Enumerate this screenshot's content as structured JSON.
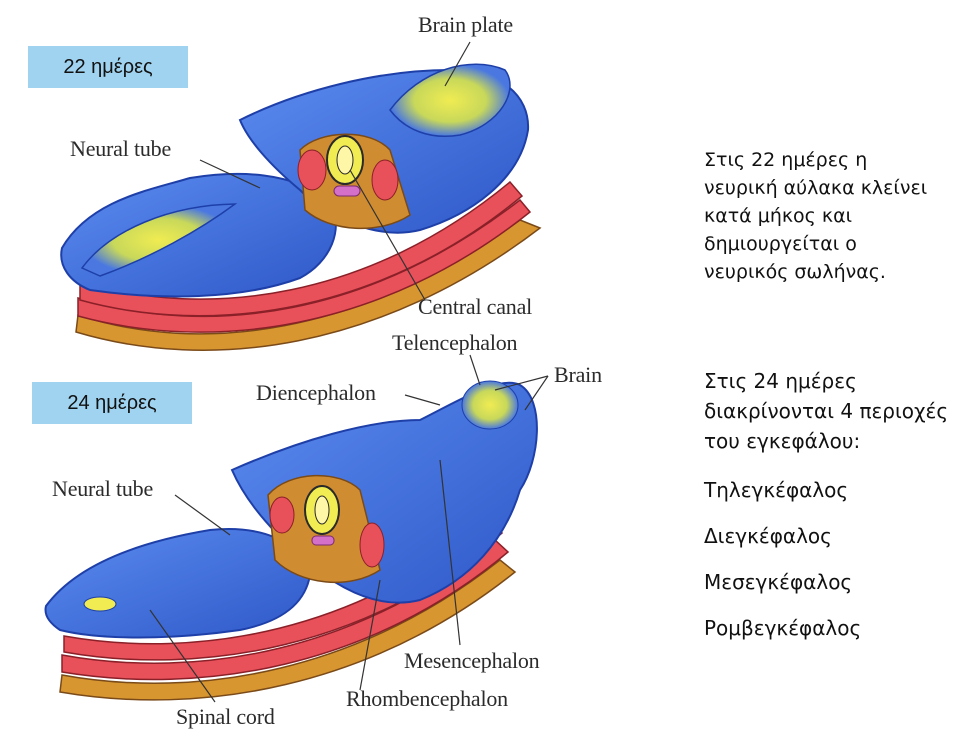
{
  "stage1": {
    "badge": "22 ημέρες",
    "labels": {
      "brain_plate": "Brain plate",
      "neural_tube": "Neural tube",
      "central_canal": "Central canal"
    },
    "caption": [
      "Στις 22 ημέρες η",
      "νευρική αύλακα κλείνει",
      "κατά μήκος και",
      "δημιουργείται ο",
      "νευρικός σωλήνας."
    ]
  },
  "stage2": {
    "badge": "24 ημέρες",
    "labels": {
      "telencephalon": "Telencephalon",
      "diencephalon": "Diencephalon",
      "brain": "Brain",
      "neural_tube": "Neural tube",
      "mesencephalon": "Mesencephalon",
      "rhombencephalon": "Rhombencephalon",
      "spinal_cord": "Spinal cord"
    },
    "caption": [
      "Στις 24 ημέρες",
      "διακρίνονται 4 περιοχές",
      "του εγκεφάλου:"
    ],
    "regions": [
      "Τηλεγκέφαλος",
      "Διεγκέφαλος",
      "Μεσεγκέφαλος",
      "Ρομβεγκέφαλος"
    ]
  },
  "colors": {
    "badge_bg": "#9fd3f0",
    "neural_blue": "#3f6fe0",
    "neural_blue_dark": "#1e3fa8",
    "plate_yellow": "#e8e44a",
    "layer_red": "#e8505a",
    "layer_orange": "#d89630",
    "canal_pink": "#f2909a"
  }
}
